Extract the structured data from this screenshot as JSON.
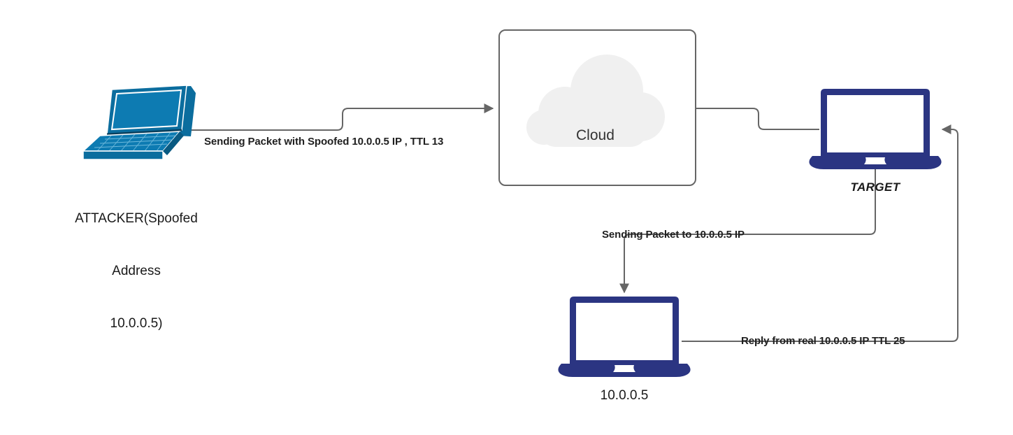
{
  "diagram": {
    "title": "IP Spoofing / TTL Reply Network Diagram",
    "background_color": "#ffffff",
    "line_color": "#666666",
    "nodes": {
      "attacker": {
        "icon": "laptop-isometric-icon",
        "color": "#0b6d9e",
        "label_lines": [
          "ATTACKER(Spoofed",
          "Address",
          "10.0.0.5)"
        ]
      },
      "cloud": {
        "icon": "cloud-icon",
        "label": "Cloud",
        "box_border_color": "#666666",
        "cloud_fill": "#f0f0f0"
      },
      "target": {
        "icon": "laptop-front-icon",
        "color": "#2b3582",
        "label": "TARGET"
      },
      "victim": {
        "icon": "laptop-front-icon",
        "color": "#2b3582",
        "label": "10.0.0.5"
      }
    },
    "edges": [
      {
        "name": "attacker-to-cloud",
        "label": "Sending Packet with Spoofed 10.0.0.5 IP , TTL 13",
        "from": "attacker",
        "to": "cloud",
        "arrow": "end"
      },
      {
        "name": "cloud-to-target",
        "label": "",
        "from": "cloud",
        "to": "target",
        "arrow": "none"
      },
      {
        "name": "target-to-victim",
        "label": "Sending Packet to 10.0.0.5 IP",
        "from": "target",
        "to": "victim",
        "arrow": "end"
      },
      {
        "name": "victim-to-target-reply",
        "label": "Reply from real 10.0.0.5 IP TTL 25",
        "from": "victim",
        "to": "target",
        "arrow": "end"
      }
    ]
  }
}
